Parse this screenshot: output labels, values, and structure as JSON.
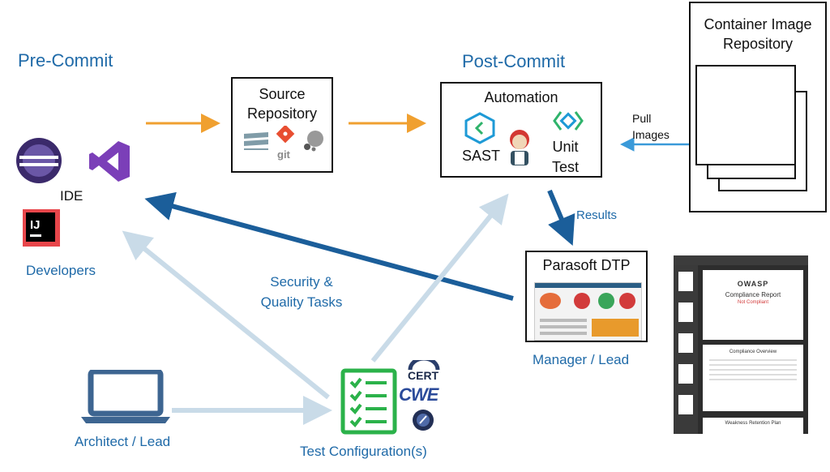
{
  "pre_commit": {
    "title": "Pre-Commit",
    "ide_label": "IDE",
    "developers_label": "Developers"
  },
  "post_commit": {
    "title": "Post-Commit"
  },
  "source_repo": {
    "line1": "Source",
    "line2": "Repository",
    "git_label": "git"
  },
  "automation": {
    "title": "Automation",
    "sast": "SAST",
    "unit_line1": "Unit",
    "unit_line2": "Test"
  },
  "container_repo": {
    "line1": "Container Image",
    "line2": "Repository"
  },
  "pull_images": {
    "line1": "Pull",
    "line2": "Images"
  },
  "results_label": "Results",
  "dtp": {
    "title": "Parasoft DTP",
    "role": "Manager / Lead"
  },
  "tasks": {
    "line1": "Security &",
    "line2": "Quality Tasks"
  },
  "architect_label": "Architect / Lead",
  "test_config_label": "Test Configuration(s)",
  "badges": {
    "cert": "CERT",
    "cwe": "CWE"
  },
  "report": {
    "logo": "OWASP",
    "title": "Compliance Report",
    "status": "Not Compliant",
    "overview": "Compliance Overview",
    "plan": "Weakness Retention Plan"
  },
  "colors": {
    "accent_blue": "#1f6aa8",
    "arrow_orange": "#f0a030",
    "arrow_dark_blue": "#1b5e9a",
    "arrow_light": "#c9dbe8",
    "arrow_pull": "#3a9ad9"
  }
}
